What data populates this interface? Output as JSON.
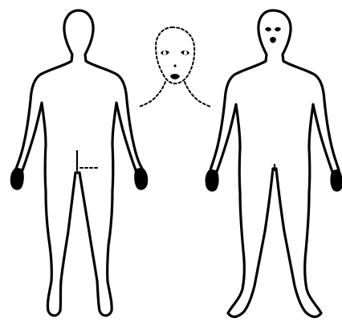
{
  "diagram": {
    "background": "#ffffff",
    "line_color": "#000000",
    "figures": [
      "back-view-body-outline",
      "face-detail-inset",
      "front-view-body-outline"
    ]
  }
}
